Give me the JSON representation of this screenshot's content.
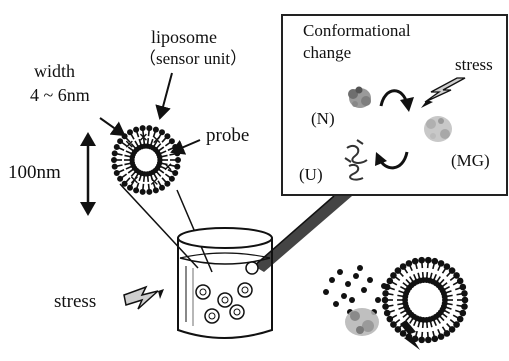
{
  "labels": {
    "liposome_line1": "liposome",
    "liposome_line2": "（sensor unit）",
    "width_line1": "width",
    "width_line2": "4 ~ 6nm",
    "probe": "probe",
    "diameter": "100nm",
    "stress_left": "stress"
  },
  "inset": {
    "title_line1": "Conformational",
    "title_line2": "change",
    "stress": "stress",
    "state_native": "(N)",
    "state_molten_globule": "(MG)",
    "state_unfolded": "(U)"
  },
  "colors": {
    "ink": "#111111",
    "protein_gray": "#8a8a8a",
    "inset_border": "#222222"
  },
  "icons": [
    "lightning-bolt-icon",
    "curved-arrow-icon",
    "double-arrow-icon"
  ]
}
